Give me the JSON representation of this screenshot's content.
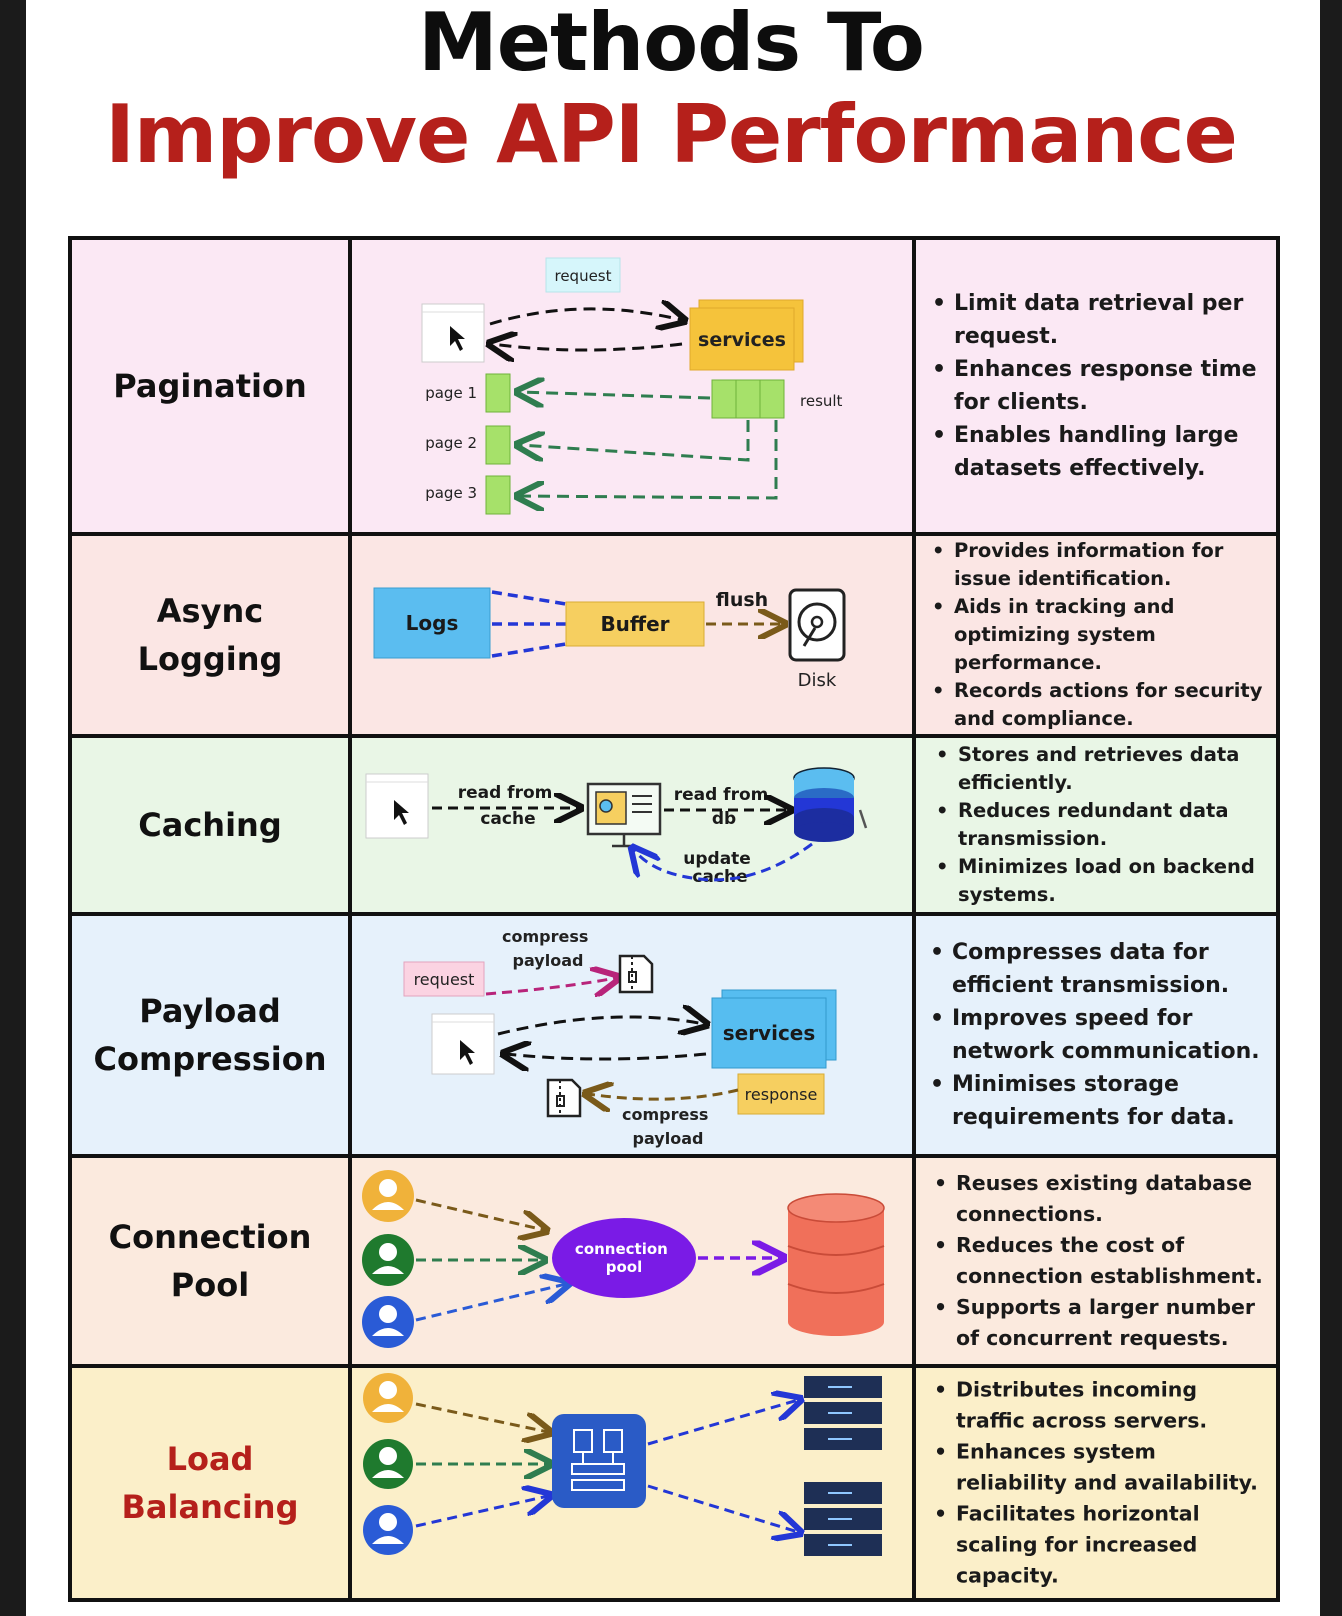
{
  "title": {
    "line1": "Methods To",
    "line2": "Improve API Performance"
  },
  "colors": {
    "title_red": "#b5201b",
    "pagination_bg": "#fbe8f4",
    "logging_bg": "#fbe6e4",
    "caching_bg": "#e9f6e6",
    "compression_bg": "#e6f1fb",
    "pool_bg": "#fbeade",
    "balancing_bg": "#fbefc9",
    "services_box": "#f5c33b",
    "services_box_blue": "#56bdf0",
    "page_box": "#a6e16a",
    "logs_box": "#5bbdf0",
    "buffer_box": "#f6cf60",
    "pool_ellipse": "#7a1be6",
    "database": "#f0705a"
  },
  "methods": [
    {
      "name": "Pagination",
      "diagram": {
        "request": "request",
        "services": "services",
        "result": "result",
        "pages": [
          "page 1",
          "page 2",
          "page 3"
        ],
        "icons": [
          "browser-cursor-icon"
        ]
      },
      "bullets": [
        "Limit data retrieval per request.",
        "Enhances response time for clients.",
        "Enables handling large datasets effectively."
      ]
    },
    {
      "name": "Async\nLogging",
      "diagram": {
        "logs": "Logs",
        "buffer": "Buffer",
        "flush": "flush",
        "disk": "Disk",
        "icons": [
          "disk-icon"
        ]
      },
      "bullets": [
        "Provides information for issue identification.",
        "Aids in tracking and optimizing system performance.",
        "Records actions for security and compliance."
      ]
    },
    {
      "name": "Caching",
      "diagram": {
        "read_cache": "read from\ncache",
        "read_db": "read from\ndb",
        "update_cache": "update\ncache",
        "icons": [
          "browser-cursor-icon",
          "server-monitor-icon",
          "database-icon"
        ]
      },
      "bullets": [
        "Stores and retrieves data efficiently.",
        "Reduces redundant data transmission.",
        "Minimizes load on backend systems."
      ]
    },
    {
      "name": "Payload\nCompression",
      "diagram": {
        "request": "request",
        "compress_top": "compress\npayload",
        "services": "services",
        "response": "response",
        "compress_bottom": "compress\npayload",
        "icons": [
          "zip-file-icon",
          "browser-cursor-icon"
        ]
      },
      "bullets": [
        "Compresses data for efficient transmission.",
        "Improves speed for network communication.",
        "Minimises storage requirements for data."
      ]
    },
    {
      "name": "Connection\nPool",
      "diagram": {
        "pool": "connection\npool",
        "icons": [
          "user-icon",
          "database-icon"
        ]
      },
      "bullets": [
        "Reuses existing database connections.",
        "Reduces the cost of connection establishment.",
        "Supports a larger number of concurrent requests."
      ]
    },
    {
      "name": "Load\nBalancing",
      "diagram": {
        "icons": [
          "user-icon",
          "load-balancer-icon",
          "server-rack-icon"
        ]
      },
      "bullets": [
        "Distributes incoming traffic across servers.",
        "Enhances system reliability and availability.",
        "Facilitates horizontal scaling for increased capacity."
      ]
    }
  ]
}
